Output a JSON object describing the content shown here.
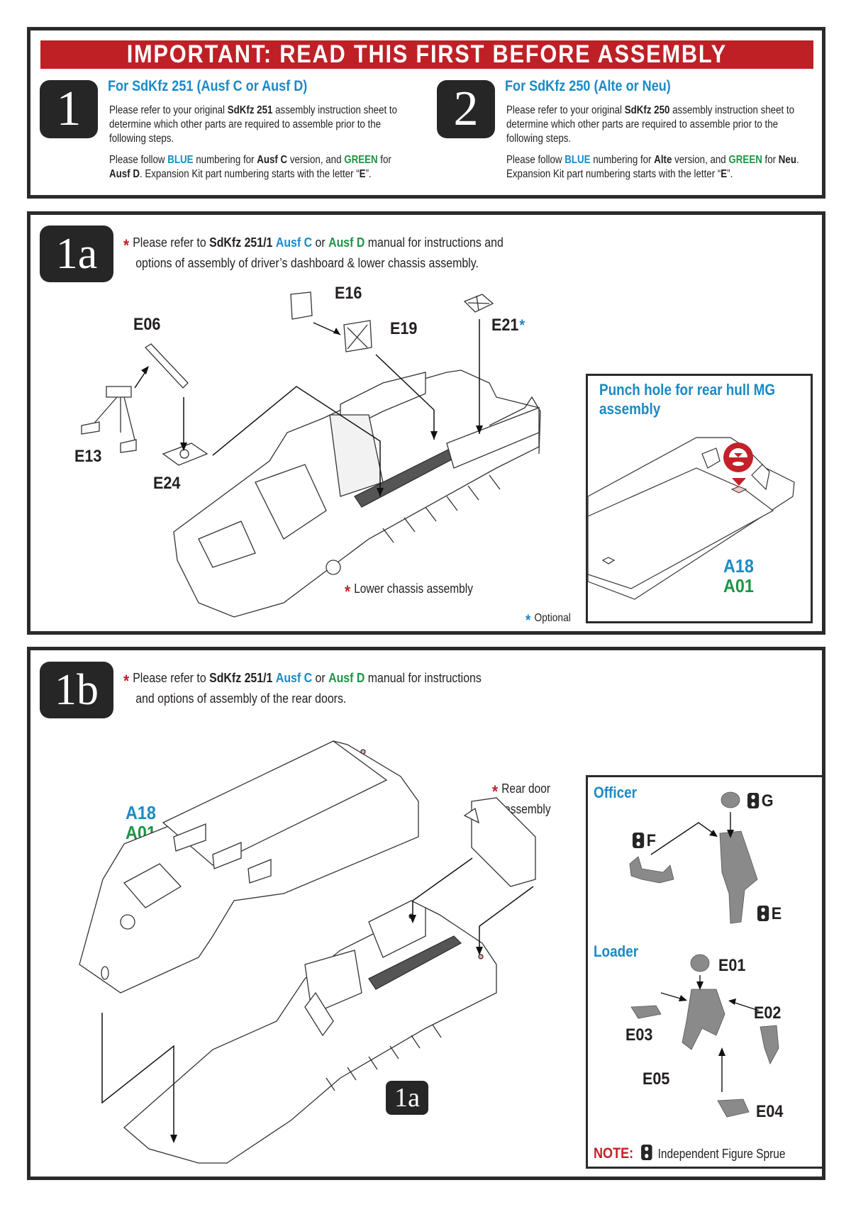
{
  "important": {
    "banner": "IMPORTANT: READ THIS FIRST BEFORE ASSEMBLY",
    "col1": {
      "badge": "1",
      "title": "For SdKfz 251 (Ausf C or Ausf D)",
      "p1_a": "Please refer to your original ",
      "p1_b": "SdKfz 251",
      "p1_c": " assembly instruction sheet to",
      "p1_line2": "determine which other parts are required to assemble prior to the",
      "p1_line3": "following steps.",
      "p2_a": "Please follow ",
      "p2_blue": "BLUE",
      "p2_b": " numbering for ",
      "p2_c": "Ausf C",
      "p2_d": " version, and ",
      "p2_green": "GREEN",
      "p2_e": " for",
      "p2_f": "Ausf D",
      "p2_g": ".  Expansion Kit part numbering starts with the letter “",
      "p2_h": "E",
      "p2_i": "”."
    },
    "col2": {
      "badge": "2",
      "title": "For SdKfz 250 (Alte or Neu)",
      "p1_a": "Please refer to your original ",
      "p1_b": "SdKfz 250",
      "p1_c": " assembly instruction sheet to",
      "p1_line2": "determine which other parts are required to assemble prior to the",
      "p1_line3": "following steps.",
      "p2_a": "Please follow ",
      "p2_blue": "BLUE",
      "p2_b": " numbering for ",
      "p2_c": "Alte",
      "p2_d": " version, and ",
      "p2_green": "GREEN",
      "p2_e": " for ",
      "p2_f": "Neu",
      "p2_g": ".",
      "p2_line2a": "Expansion Kit part numbering starts with the letter “",
      "p2_h": "E",
      "p2_i": "”."
    }
  },
  "step1a": {
    "badge": "1a",
    "note_a": "Please refer to ",
    "note_b": "SdKfz 251/1",
    "note_c": "Ausf C",
    "note_d": " or ",
    "note_e": "Ausf D",
    "note_f": " manual for instructions and",
    "note_line2": "options of assembly of driver’s dashboard & lower chassis assembly.",
    "parts": {
      "e16": "E16",
      "e19": "E19",
      "e21": "E21",
      "e06": "E06",
      "e13": "E13",
      "e24": "E24"
    },
    "lower_chassis": "Lower chassis assembly",
    "optional": "Optional",
    "punch_box": {
      "title_line1": "Punch hole for rear hull MG",
      "title_line2": "assembly",
      "code_blue": "A18",
      "code_green": "A01"
    }
  },
  "step1b": {
    "badge": "1b",
    "note_a": "Please refer to ",
    "note_b": "SdKfz 251/1",
    "note_c": "Ausf C",
    "note_d": " or ",
    "note_e": "Ausf D",
    "note_f": " manual for instructions",
    "note_line2": "and options of assembly of the rear doors.",
    "code_blue": "A18",
    "code_green": "A01",
    "rear_door_line1": "Rear door",
    "rear_door_line2": "assembly",
    "ref_badge": "1a",
    "figures": {
      "officer_title": "Officer",
      "officer_parts": {
        "g": "G",
        "f": "F",
        "e": "E"
      },
      "loader_title": "Loader",
      "loader_parts": {
        "e01": "E01",
        "e02": "E02",
        "e03": "E03",
        "e04": "E04",
        "e05": "E05"
      },
      "note_label": "NOTE:",
      "note_text": "Independent Figure Sprue"
    }
  },
  "colors": {
    "red": "#be2026",
    "blue": "#1a8ac6",
    "green": "#1e9544",
    "dark": "#262626"
  }
}
